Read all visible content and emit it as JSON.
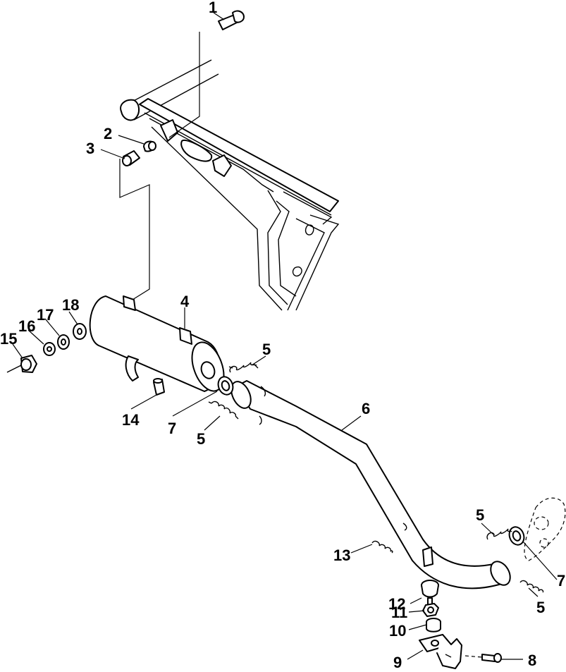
{
  "diagram": {
    "callouts": [
      {
        "id": "1",
        "text": "1"
      },
      {
        "id": "2",
        "text": "2"
      },
      {
        "id": "3",
        "text": "3"
      },
      {
        "id": "4",
        "text": "4"
      },
      {
        "id": "5a",
        "text": "5"
      },
      {
        "id": "5b",
        "text": "5"
      },
      {
        "id": "5c",
        "text": "5"
      },
      {
        "id": "5d",
        "text": "5"
      },
      {
        "id": "6",
        "text": "6"
      },
      {
        "id": "7a",
        "text": "7"
      },
      {
        "id": "7b",
        "text": "7"
      },
      {
        "id": "8",
        "text": "8"
      },
      {
        "id": "9",
        "text": "9"
      },
      {
        "id": "10",
        "text": "10"
      },
      {
        "id": "11",
        "text": "11"
      },
      {
        "id": "12",
        "text": "12"
      },
      {
        "id": "13",
        "text": "13"
      },
      {
        "id": "14",
        "text": "14"
      },
      {
        "id": "15",
        "text": "15"
      },
      {
        "id": "16",
        "text": "16"
      },
      {
        "id": "17",
        "text": "17"
      },
      {
        "id": "18",
        "text": "18"
      }
    ]
  }
}
